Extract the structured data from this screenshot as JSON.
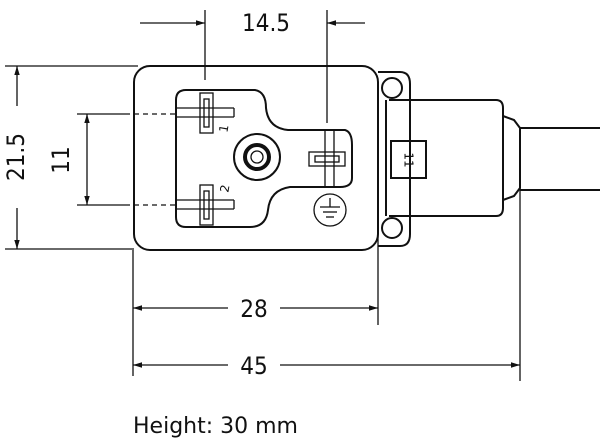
{
  "dimensions": {
    "pin_spacing_horizontal": "14.5",
    "body_height": "21.5",
    "pin_spacing_vertical": "11",
    "body_width": "28",
    "overall_length": "45"
  },
  "labels": {
    "pin1": "1",
    "pin2": "2",
    "cable_label": "11",
    "ground_symbol": "ground-icon"
  },
  "note": "Height: 30 mm"
}
